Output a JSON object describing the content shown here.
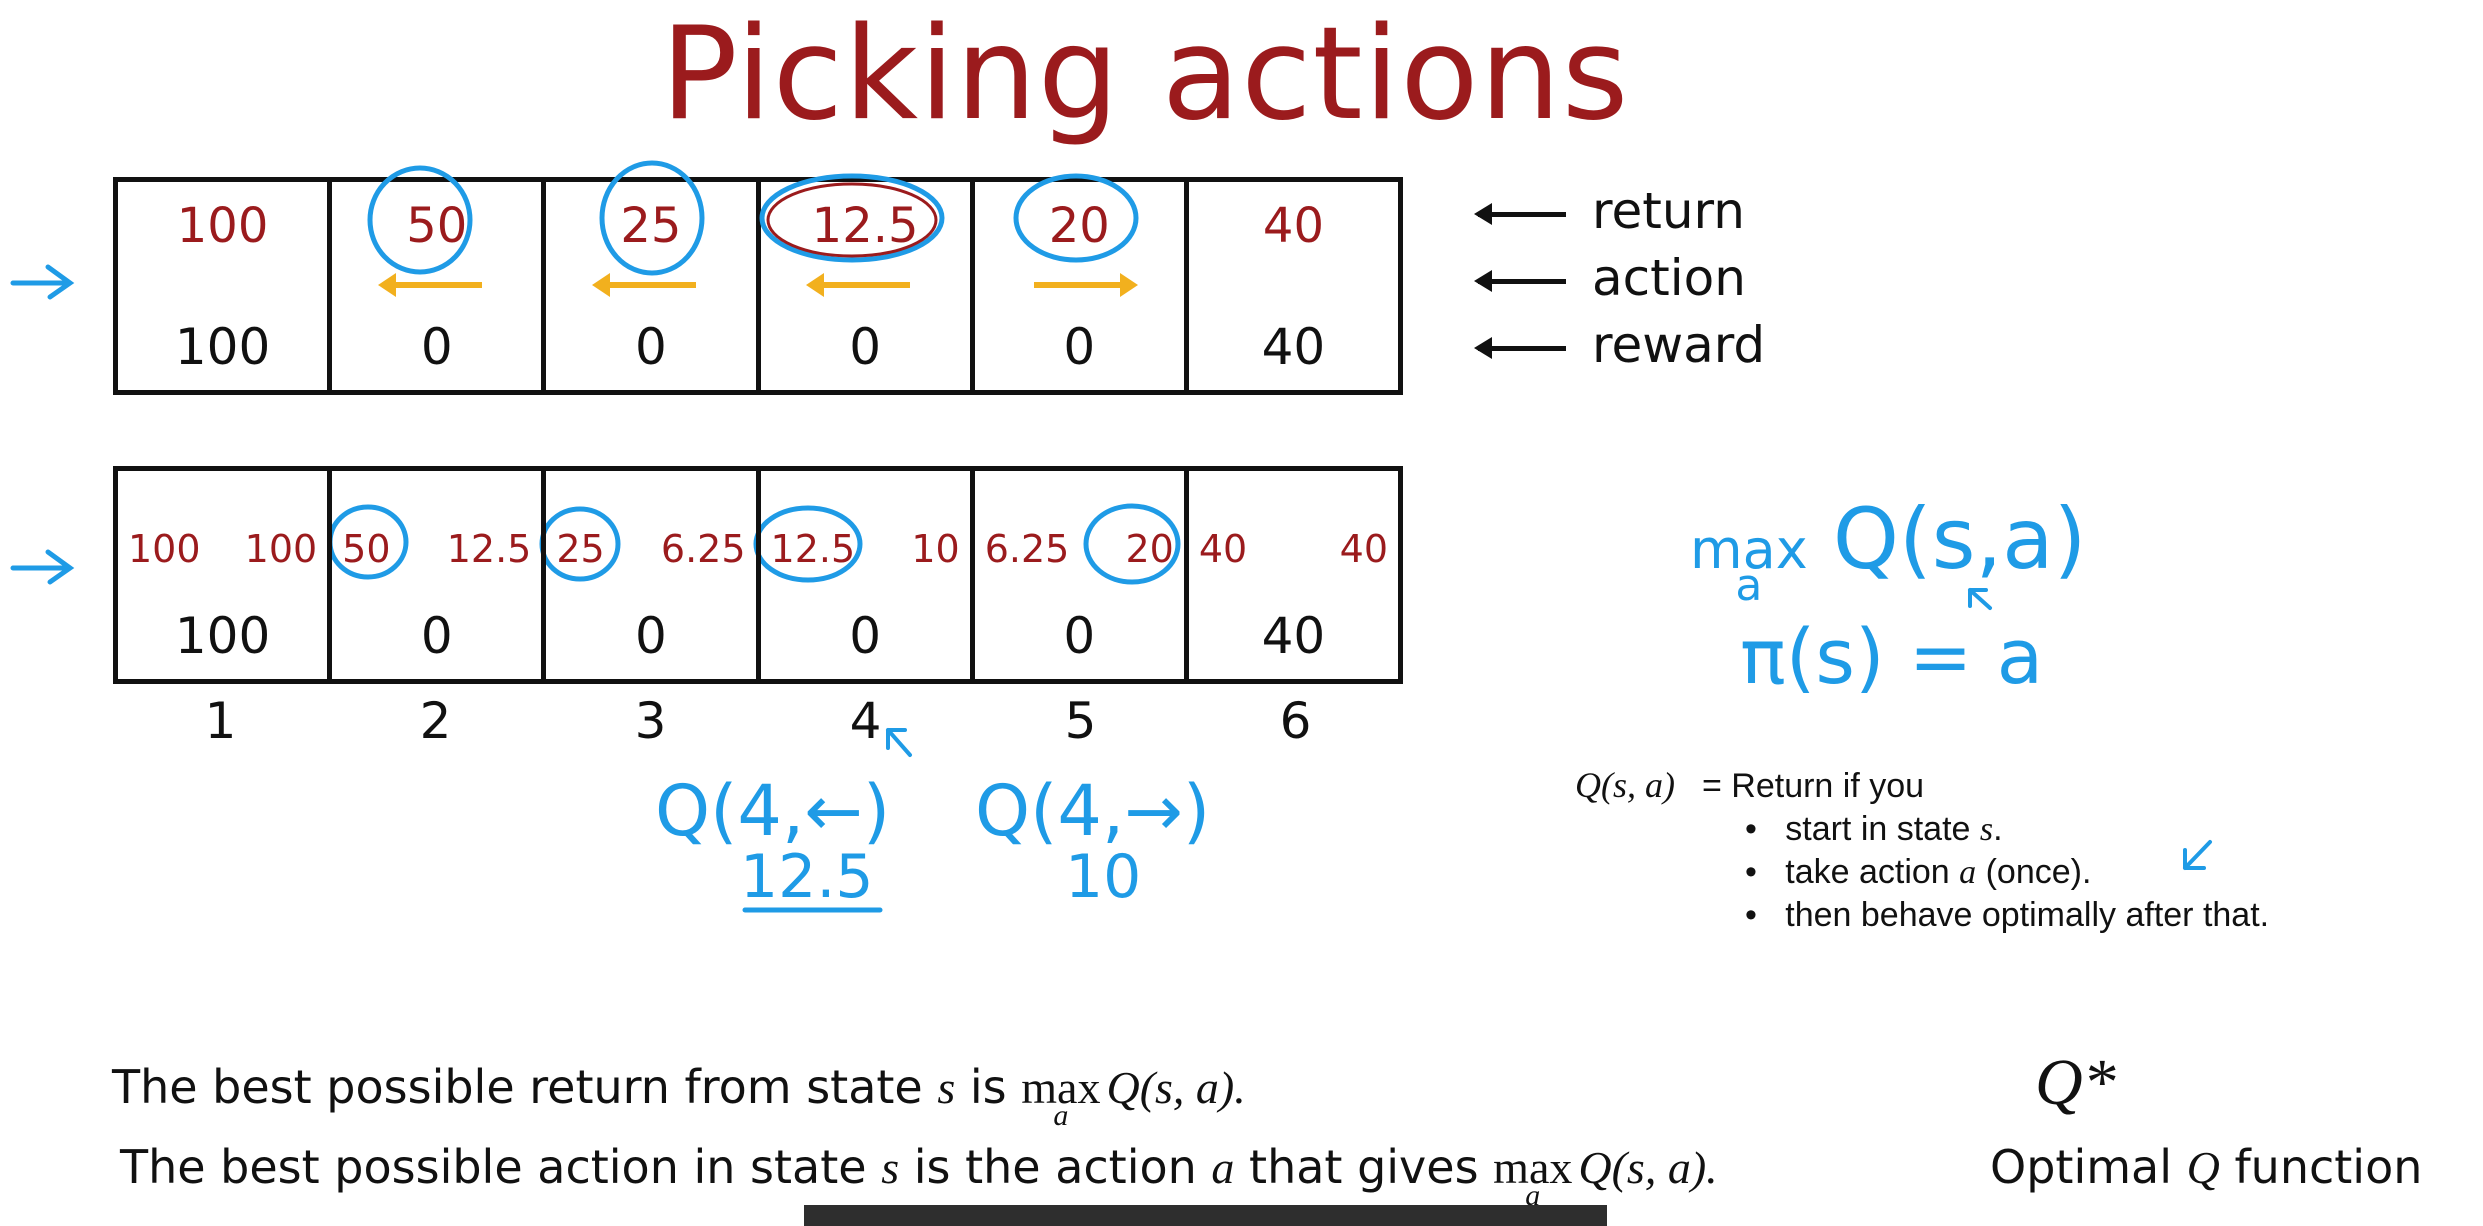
{
  "title": "Picking actions",
  "top_grid": {
    "cells": [
      {
        "return": "100",
        "reward": "100",
        "action": "",
        "circled": false
      },
      {
        "return": "50",
        "reward": "0",
        "action": "left",
        "circled": true
      },
      {
        "return": "25",
        "reward": "0",
        "action": "left",
        "circled": true
      },
      {
        "return": "12.5",
        "reward": "0",
        "action": "left",
        "circled": true
      },
      {
        "return": "20",
        "reward": "0",
        "action": "right",
        "circled": true
      },
      {
        "return": "40",
        "reward": "40",
        "action": "",
        "circled": false
      }
    ],
    "legend": {
      "return": "return",
      "action": "action",
      "reward": "reward"
    }
  },
  "bottom_grid": {
    "cells": [
      {
        "q_left": "100",
        "q_right": "100",
        "reward": "100",
        "circled": "none"
      },
      {
        "q_left": "50",
        "q_right": "12.5",
        "reward": "0",
        "circled": "left"
      },
      {
        "q_left": "25",
        "q_right": "6.25",
        "reward": "0",
        "circled": "left"
      },
      {
        "q_left": "12.5",
        "q_right": "10",
        "reward": "0",
        "circled": "left"
      },
      {
        "q_left": "6.25",
        "q_right": "20",
        "reward": "0",
        "circled": "right"
      },
      {
        "q_left": "40",
        "q_right": "40",
        "reward": "40",
        "circled": "none"
      }
    ],
    "state_numbers": [
      "1",
      "2",
      "3",
      "4",
      "5",
      "6"
    ]
  },
  "handwritten": {
    "max_word": "max",
    "max_sub": "a",
    "max_q": "Q(s,a)",
    "policy": "π(s) = a",
    "q4_left": "Q(4,←)",
    "q4_left_value": "12.5",
    "q4_right": "Q(4,→)",
    "q4_right_value": "10"
  },
  "definition": {
    "lhs": "Q(s, a)",
    "eq": "= Return if you",
    "bullets": [
      {
        "pre": "start in state ",
        "var": "s",
        "post": "."
      },
      {
        "pre": "take action ",
        "var": "a",
        "post": " (once)."
      },
      {
        "pre": "then behave optimally after that.",
        "var": "",
        "post": ""
      }
    ]
  },
  "bottom_text": {
    "line1_pre": "The best possible return from state ",
    "line1_var": "s",
    "line1_mid": " is ",
    "line1_max": "max",
    "line1_sub": "a",
    "line1_q": "Q(s, a).",
    "line2_pre": "The best possible action in state ",
    "line2_var": "s",
    "line2_mid": " is the action ",
    "line2_var2": "a",
    "line2_post": " that gives ",
    "line2_max": "max",
    "line2_sub": "a",
    "line2_q": "Q(s, a)."
  },
  "qstar": {
    "symbol": "Q*",
    "label_pre": "Optimal ",
    "label_var": "Q",
    "label_post": " function"
  },
  "colors": {
    "return_red": "#9b1b1d",
    "hand_blue": "#1f9be6",
    "arrow_gold": "#f2b01e"
  }
}
